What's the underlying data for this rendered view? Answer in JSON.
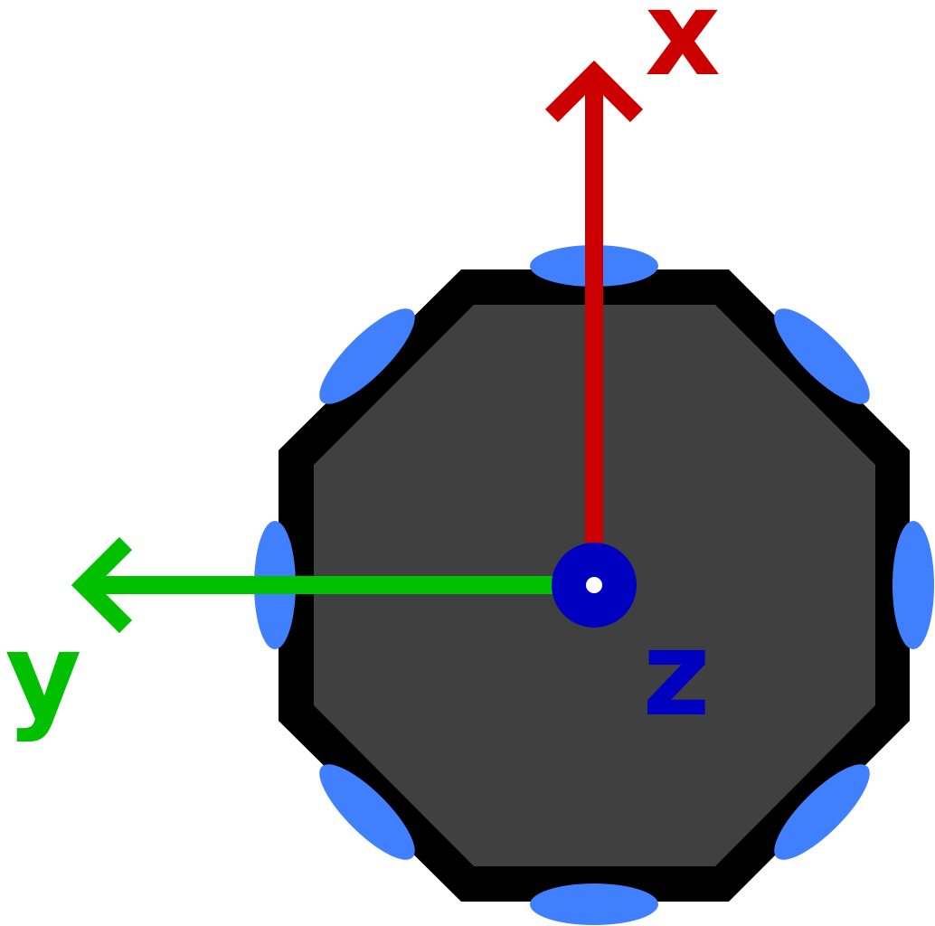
{
  "axes": {
    "x": {
      "label": "x",
      "color": "#cc0000"
    },
    "y": {
      "label": "y",
      "color": "#00c000"
    },
    "z": {
      "label": "z",
      "color": "#0000c0"
    }
  },
  "body": {
    "shape": "octagon",
    "fill_color": "#404040",
    "border_color": "#000000"
  },
  "wheels": {
    "count": 8,
    "color": "#4080ff"
  }
}
